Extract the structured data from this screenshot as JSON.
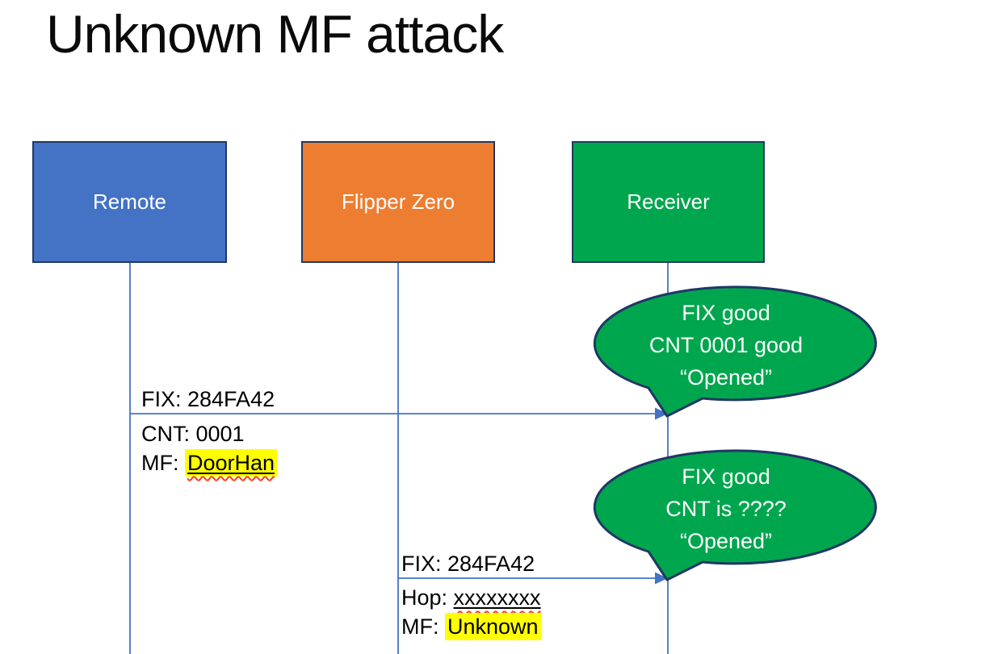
{
  "title": "Unknown MF attack",
  "actors": [
    {
      "label": "Remote",
      "color": "#4472C4"
    },
    {
      "label": "Flipper Zero",
      "color": "#ED7D31"
    },
    {
      "label": "Receiver",
      "color": "#00A64E"
    }
  ],
  "messages": [
    {
      "from": "Remote",
      "to": "Receiver",
      "above_label": "FIX: 284FA42",
      "below_line1": "CNT: 0001",
      "below_line2_prefix": "MF: ",
      "below_line2_value": "DoorHan"
    },
    {
      "from": "Flipper Zero",
      "to": "Receiver",
      "above_label": "FIX: 284FA42",
      "below_line1_prefix": "Hop: ",
      "below_line1_value": "xxxxxxxx",
      "below_line2_prefix": "MF: ",
      "below_line2_value": "Unknown"
    }
  ],
  "callouts": [
    {
      "line1": "FIX good",
      "line2": "CNT 0001 good",
      "line3": "“Opened”"
    },
    {
      "line1": "FIX good",
      "line2": "CNT is ????",
      "line3": "“Opened”"
    }
  ],
  "colors": {
    "arrow_blue": "#4472C4",
    "outline_navy": "#203864",
    "callout_green": "#00A64E",
    "highlight_yellow": "#FFFF00",
    "squiggle_red": "#FF3B1F"
  }
}
